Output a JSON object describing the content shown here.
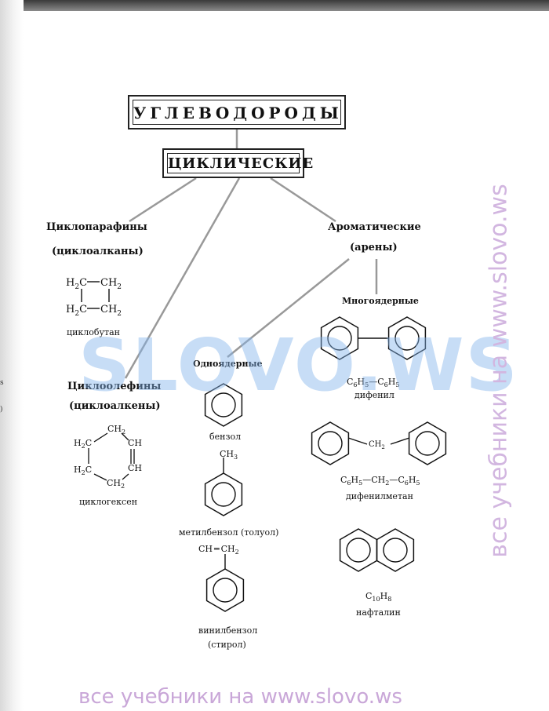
{
  "hydrocarbons": "УГЛЕВОДОРОДЫ",
  "cyclic": "ЦИКЛИЧЕСКИЕ",
  "cycloparaffins": {
    "name": "Циклопарафины",
    "alt": "(циклоалканы)",
    "example": "циклобутан"
  },
  "cycloolefins": {
    "name": "Циклоолефины",
    "alt": "(циклоалкены)",
    "example": "циклогексен"
  },
  "aromatic": {
    "name": "Ароматические",
    "alt": "(арены)"
  },
  "mononuclear": "Одноядерные",
  "polynuclear": "Многоядерные",
  "compounds": {
    "benzene": "бензол",
    "toluene": "метилбензол (толуол)",
    "styrene_1": "винилбензол",
    "styrene_2": "(стирол)",
    "diphenyl": "дифенил",
    "diphenylmethane": "дифенилметан",
    "naphthalene": "нафталин"
  },
  "watermark": "SLOVO.WS",
  "footer": "все учебники на www.slovo.ws",
  "side_watermark": "все учебники на www.slovo.ws",
  "colors": {
    "watermark": "#82b4eb",
    "footer": "#c9a7d8"
  }
}
